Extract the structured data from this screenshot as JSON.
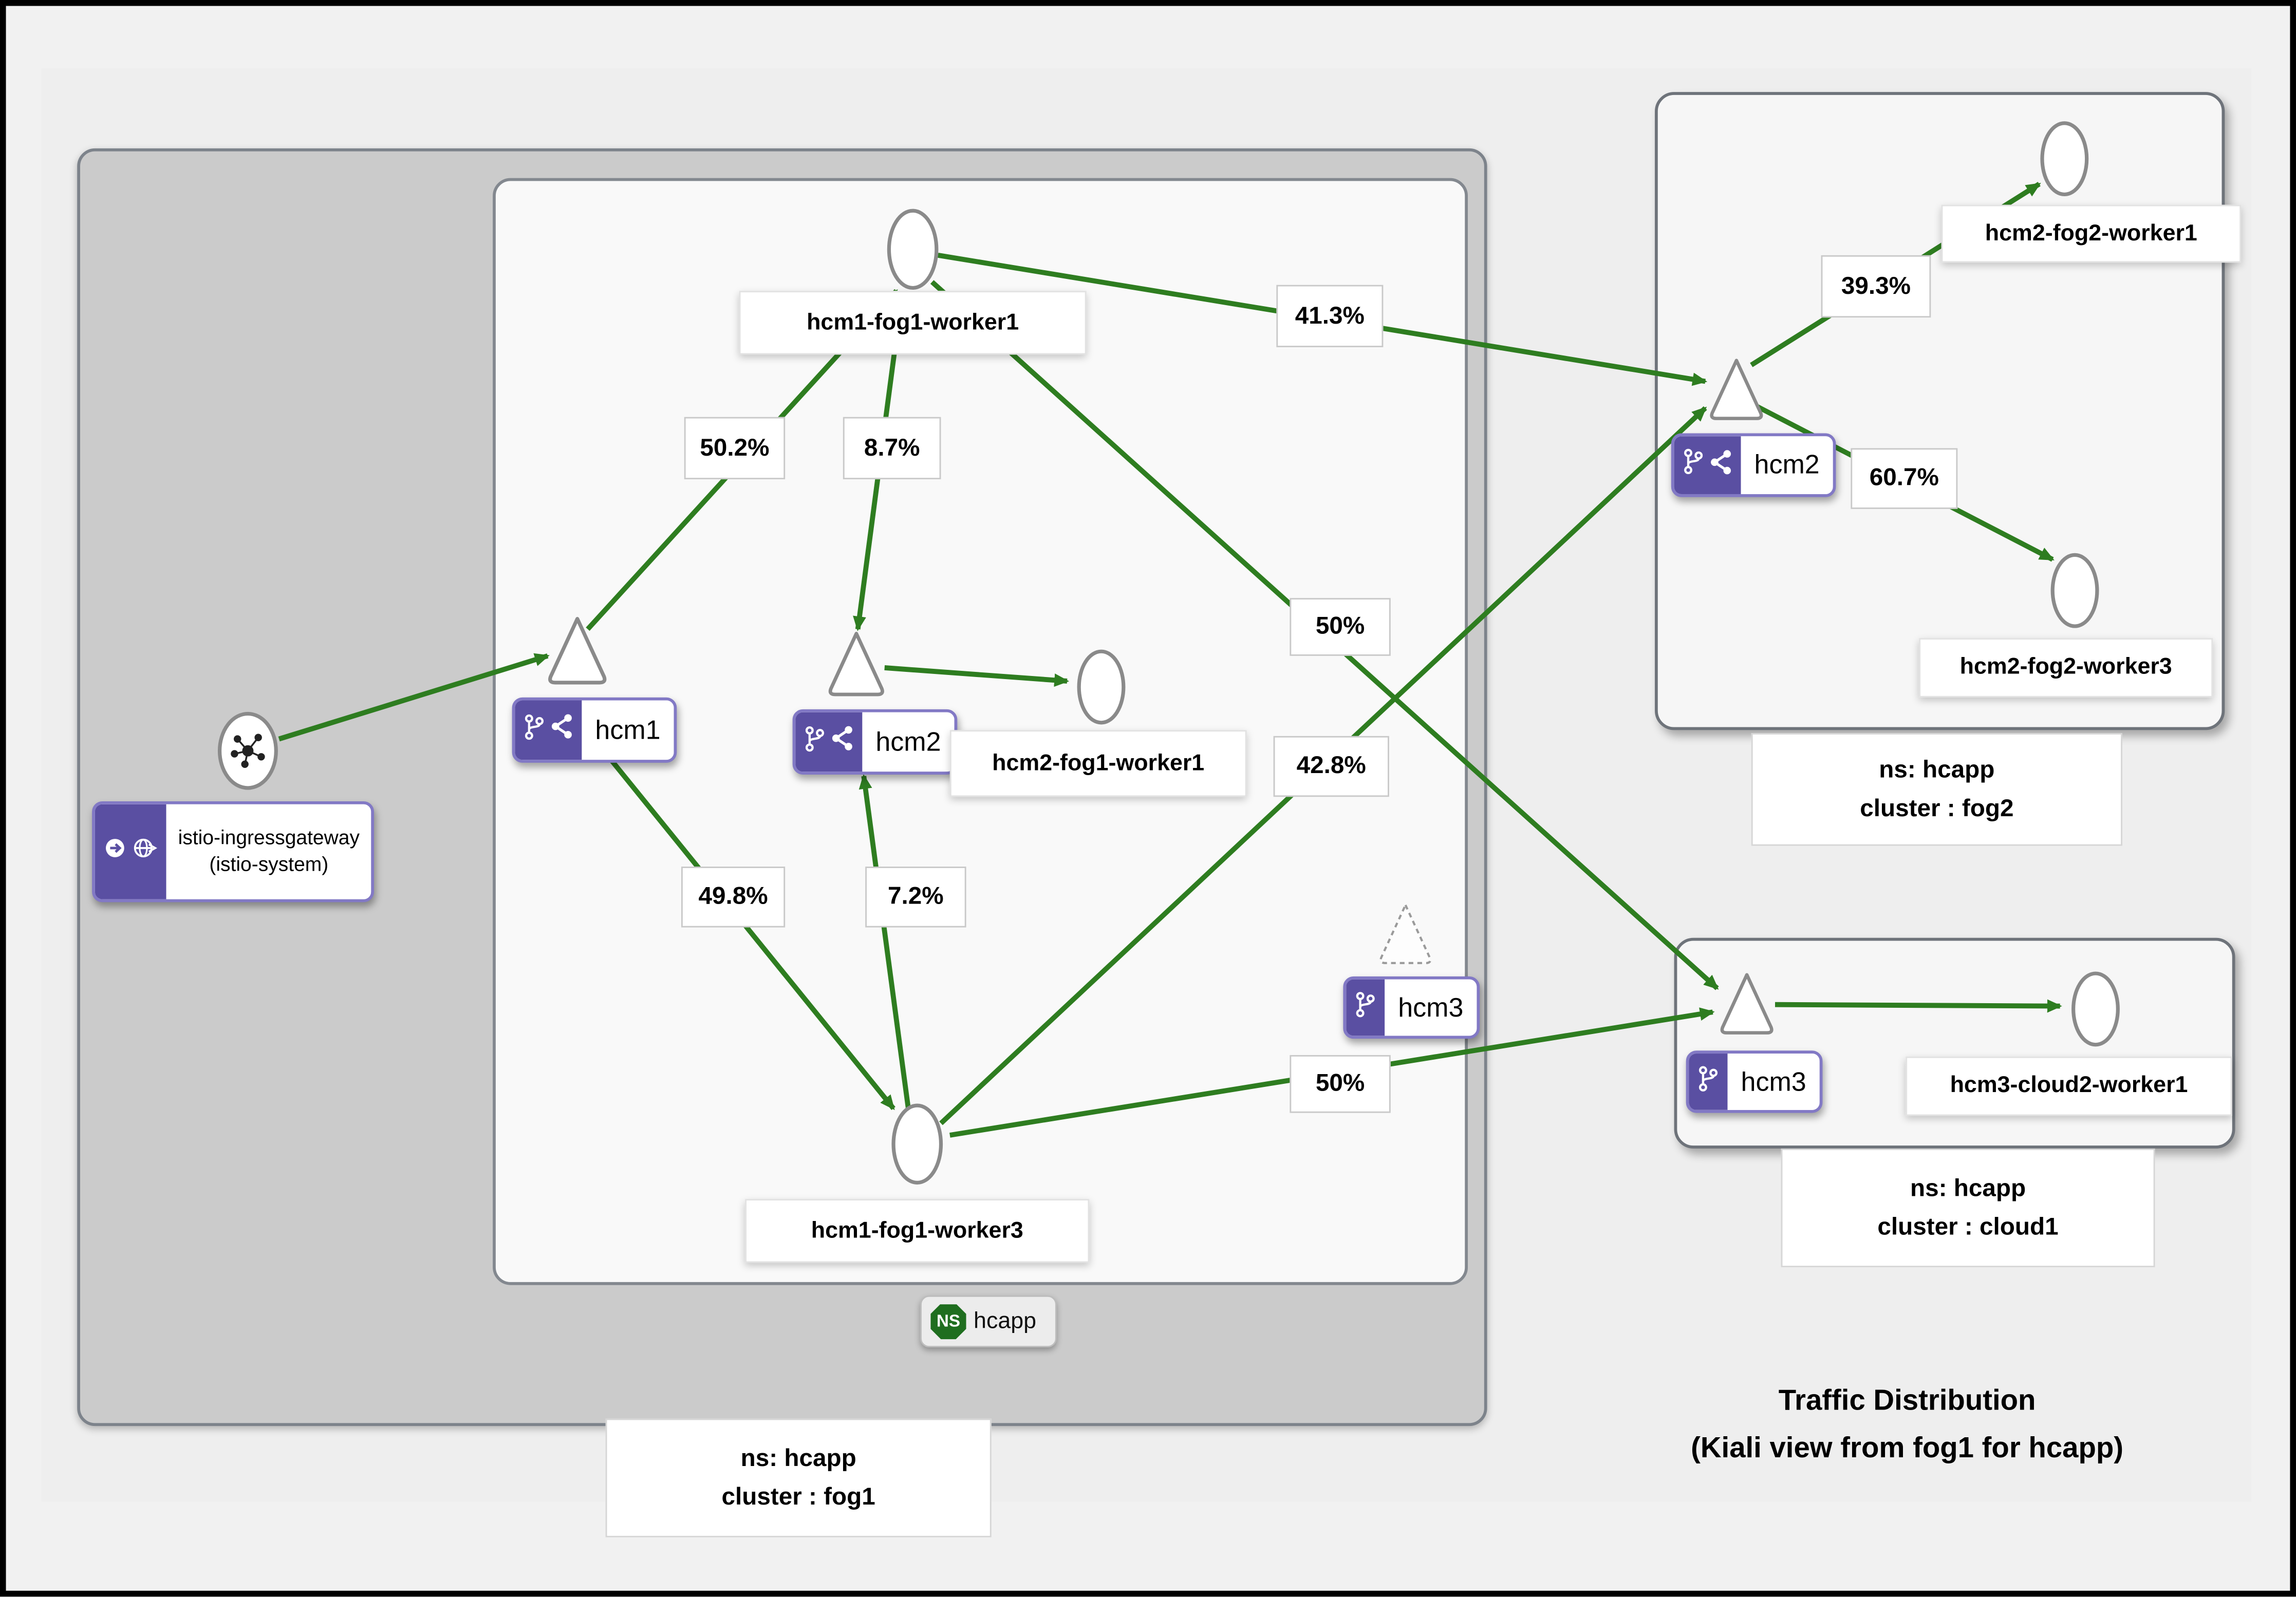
{
  "title": {
    "line1": "Traffic Distribution",
    "line2": "(Kiali view from fog1 for hcapp)"
  },
  "clusters": {
    "fog1": {
      "ns_badge_abbr": "NS",
      "ns_badge_name": "hcapp",
      "caption": [
        "ns: hcapp",
        "cluster : fog1"
      ]
    },
    "fog2": {
      "caption": [
        "ns: hcapp",
        "cluster : fog2"
      ]
    },
    "cloud1": {
      "caption": [
        "ns: hcapp",
        "cluster : cloud1"
      ]
    }
  },
  "nodes": {
    "istio_gateway": {
      "label": [
        "istio-ingressgateway",
        "(istio-system)"
      ]
    },
    "hcm1_fog1": {
      "label": "hcm1"
    },
    "hcm2_fog1": {
      "label": "hcm2"
    },
    "hcm3_fog1": {
      "label": "hcm3"
    },
    "hcm1_fog1_worker1": {
      "label": "hcm1-fog1-worker1"
    },
    "hcm2_fog1_worker1": {
      "label": "hcm2-fog1-worker1"
    },
    "hcm1_fog1_worker3": {
      "label": "hcm1-fog1-worker3"
    },
    "hcm2_fog2": {
      "label": "hcm2"
    },
    "hcm2_fog2_worker1": {
      "label": "hcm2-fog2-worker1"
    },
    "hcm2_fog2_worker3": {
      "label": "hcm2-fog2-worker3"
    },
    "hcm3_cloud1": {
      "label": "hcm3"
    },
    "hcm3_cloud2_worker1": {
      "label": "hcm3-cloud2-worker1"
    }
  },
  "edge_labels": {
    "hcm1_to_w1": "50.2%",
    "w1_to_hcm2": "8.7%",
    "hcm1_to_w3": "49.8%",
    "w3_to_hcm2": "7.2%",
    "w1_to_hcm2fog2": "41.3%",
    "w3_to_hcm2fog2": "42.8%",
    "w1_to_hcm3cloud1": "50%",
    "w3_to_hcm3cloud1": "50%",
    "hcm2fog2_to_w1": "39.3%",
    "hcm2fog2_to_w3": "60.7%"
  },
  "icons": {
    "gateway_node": "mesh-icon",
    "gateway_label": [
      "arrow-circle-right-icon",
      "globe-arrow-icon"
    ],
    "app_label": [
      "code-branch-icon",
      "share-alt-icon"
    ],
    "service_entry_label": [
      "code-branch-icon"
    ],
    "namespace_badge": "ns-hexagon-icon"
  },
  "colors": {
    "edge_green": "#2e7d20",
    "node_purple": "#5a4fa2",
    "ns_green": "#1f6e1f",
    "cluster_gray": "#cbcbcb"
  }
}
